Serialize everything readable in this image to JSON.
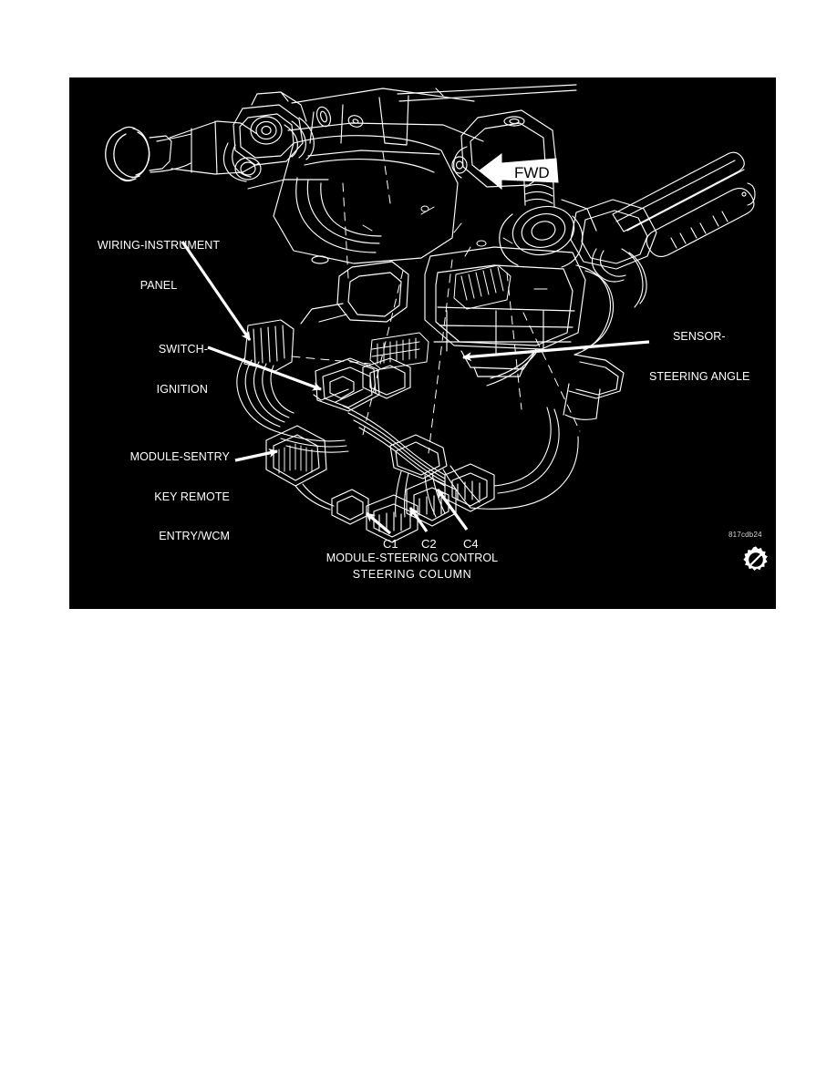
{
  "figure": {
    "background_color": "#ffffff",
    "plate_color": "#000000",
    "line_color": "#ffffff",
    "caption": "STEERING COLUMN",
    "figure_code": "817cdb24",
    "orientation_marker": "FWD",
    "gear_icon": "gear-slash-icon"
  },
  "callouts": [
    {
      "id": "wiring-instrument-panel",
      "line1": "WIRING-INSTRUMENT",
      "line2": "PANEL",
      "align": "center"
    },
    {
      "id": "switch-ignition",
      "line1": "SWITCH-",
      "line2": "IGNITION",
      "align": "right"
    },
    {
      "id": "module-sentry-key-remote-entry-wcm",
      "line1": "MODULE-SENTRY",
      "line2": "KEY REMOTE",
      "line3": "ENTRY/WCM",
      "align": "right"
    },
    {
      "id": "sensor-steering-angle",
      "line1": "SENSOR-",
      "line2": "STEERING ANGLE",
      "align": "left"
    },
    {
      "id": "module-steering-control",
      "line1": "MODULE-STEERING CONTROL",
      "align": "center"
    }
  ],
  "connectors": [
    {
      "label": "C1"
    },
    {
      "label": "C2"
    },
    {
      "label": "C4"
    }
  ]
}
